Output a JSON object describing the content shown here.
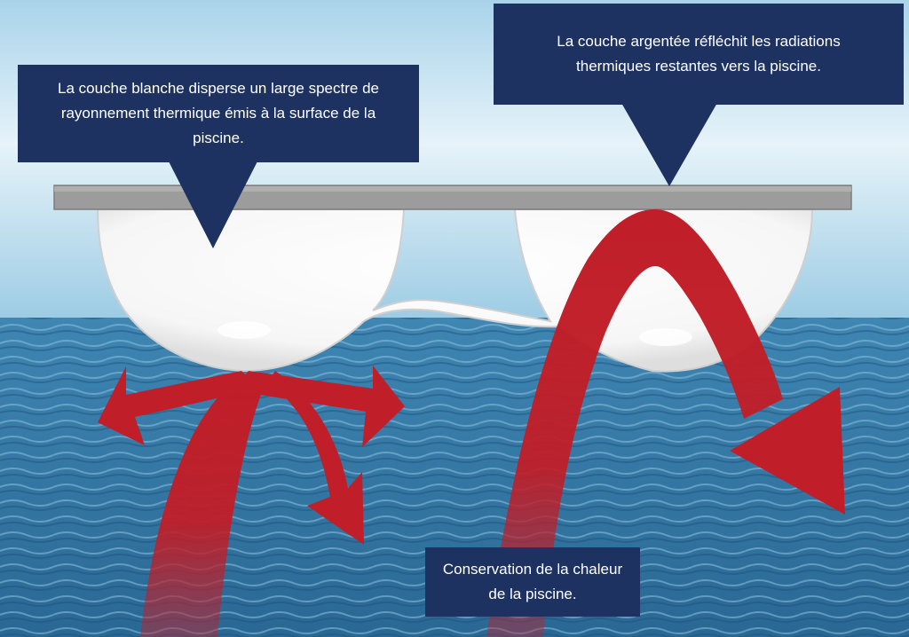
{
  "callouts": {
    "white_layer": "La couche blanche disperse un large spectre de rayonnement thermique émis à la surface de la piscine.",
    "silver_layer": "La couche argentée réfléchit les radiations thermiques restantes vers la piscine.",
    "conservation": "Conservation de la chaleur de la piscine."
  },
  "colors": {
    "callout_bg": "#1d3260",
    "arrow_red": "#c01e28",
    "silver_layer": "#9a9a9a",
    "water": "#2f6f9d"
  }
}
